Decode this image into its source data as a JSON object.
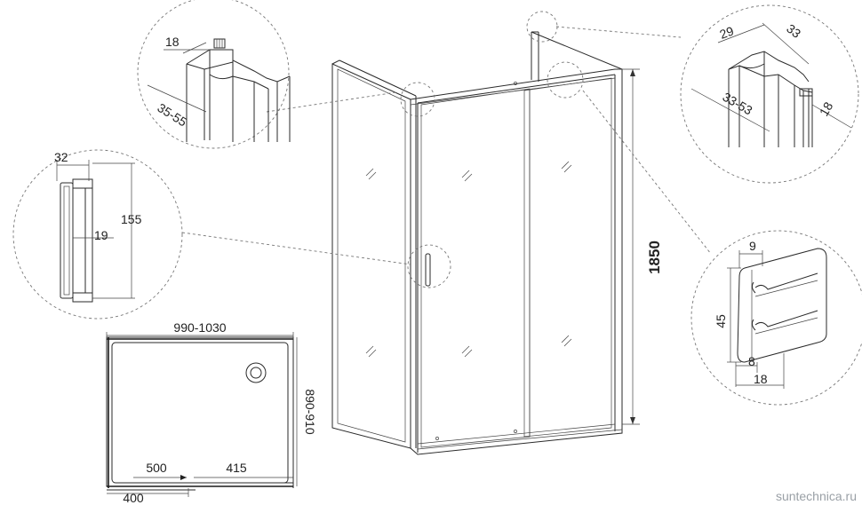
{
  "labels": {
    "handle_width": "32",
    "handle_height": "155",
    "handle_depth": "19",
    "profile_left_a": "18",
    "profile_left_b": "35-55",
    "profile_right_a": "29",
    "profile_right_b": "33",
    "profile_right_c": "33-53",
    "profile_right_d": "18",
    "seal_a": "9",
    "seal_b": "45",
    "seal_c": "8",
    "seal_d": "18",
    "height": "1850",
    "plan_width": "990-1030",
    "plan_depth": "890-910",
    "plan_door": "500",
    "plan_gap": "415",
    "plan_fixed": "400"
  },
  "watermark": "suntechnica.ru",
  "colors": {
    "line": "#2a2a2a",
    "dash": "#777777",
    "watermark": "#9aa0a6"
  }
}
